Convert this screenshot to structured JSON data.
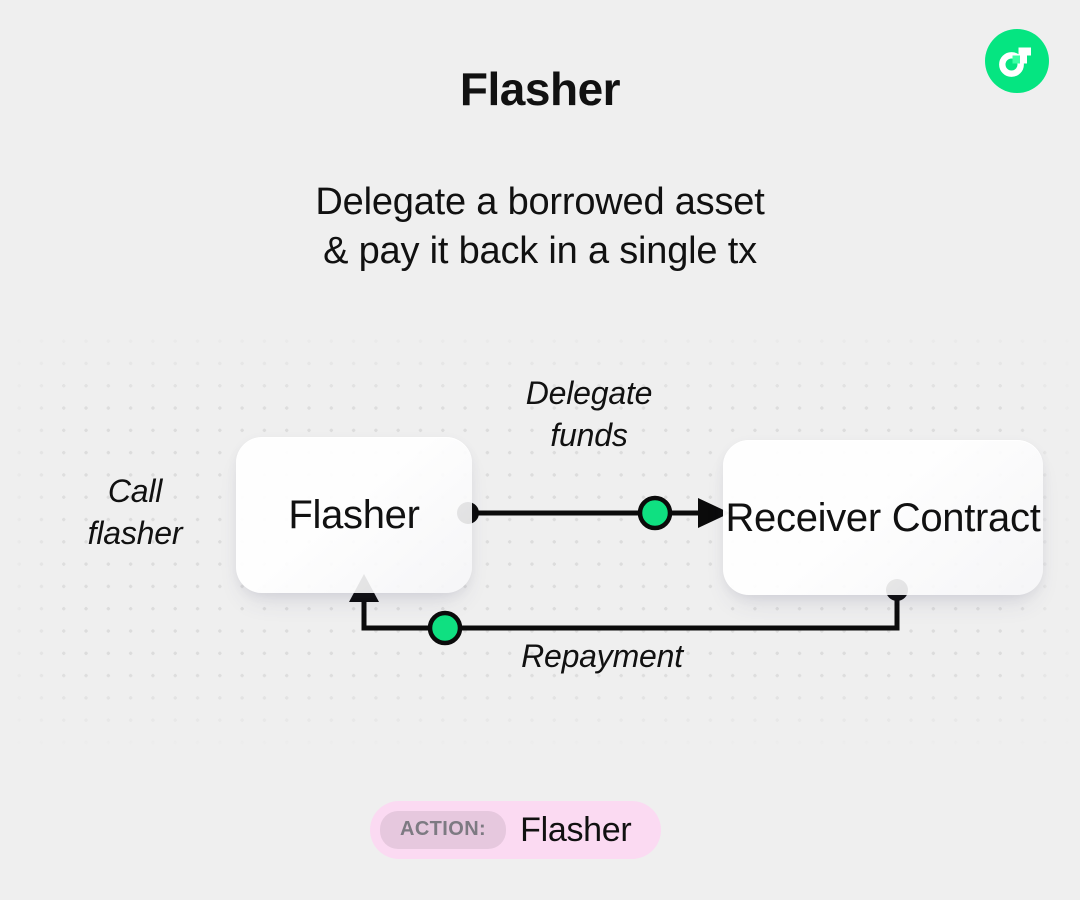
{
  "brand": {
    "logo_icon": "flashbots-f-logo-icon",
    "accent_green": "#05e581"
  },
  "header": {
    "title": "Flasher",
    "subtitle_line1": "Delegate a borrowed asset",
    "subtitle_line2": "& pay it back in a single tx"
  },
  "diagram": {
    "type": "flow",
    "nodes": [
      {
        "id": "flasher",
        "label": "Flasher"
      },
      {
        "id": "receiver",
        "label_line1": "Receiver",
        "label_line2": "Contract"
      }
    ],
    "labels": {
      "call_line1": "Call",
      "call_line2": "flasher",
      "delegate_line1": "Delegate",
      "delegate_line2": "funds",
      "repayment": "Repayment"
    },
    "colors": {
      "edge": "#0b0b0b",
      "node_dot": "#0b0b0b",
      "token_dot": "#0fe081",
      "grid_dot": "#dcdcdc",
      "background": "#efefef"
    }
  },
  "badge": {
    "key": "ACTION:",
    "value": "Flasher",
    "background": "#fbdaf2",
    "key_background": "#e6c8de"
  }
}
